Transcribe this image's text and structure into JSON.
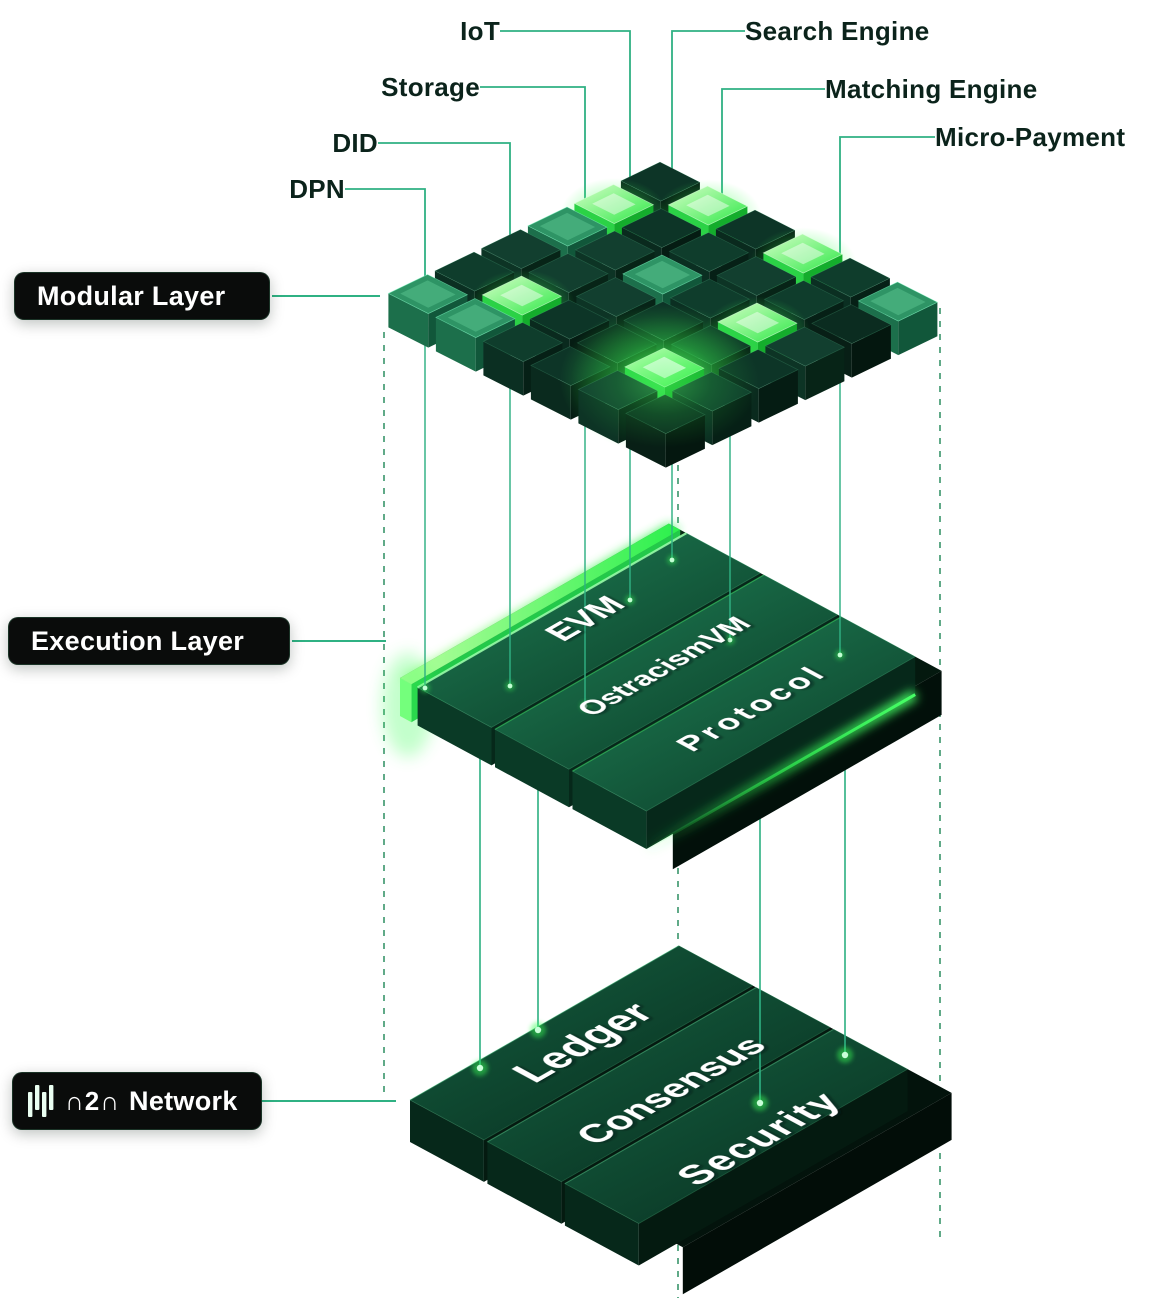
{
  "colors": {
    "background": "#ffffff",
    "connector_green": "#2fb183",
    "dashed_green": "#2f8f63",
    "glow_green": "#3bff57",
    "plank_green_dark": "#0b3b27",
    "pill_background": "#0a0c0b",
    "pill_text": "#ffffff",
    "module_label_text": "#0b231b",
    "slab_text": "#ffffff"
  },
  "layer_pills": {
    "modular": {
      "label": "Modular Layer"
    },
    "execution": {
      "label": "Execution Layer"
    },
    "network": {
      "brand": "∩2∩",
      "label": "Network"
    }
  },
  "modules": {
    "iot": {
      "label": "IoT"
    },
    "search_engine": {
      "label": "Search Engine"
    },
    "storage": {
      "label": "Storage"
    },
    "matching_engine": {
      "label": "Matching Engine"
    },
    "did": {
      "label": "DID"
    },
    "micro_payment": {
      "label": "Micro-Payment"
    },
    "dpn": {
      "label": "DPN"
    }
  },
  "execution_slabs": [
    {
      "label": "EVM"
    },
    {
      "label": "OstracismVM"
    },
    {
      "label": "Protocol"
    }
  ],
  "network_slabs": [
    {
      "label": "Ledger"
    },
    {
      "label": "Consensus"
    },
    {
      "label": "Security"
    }
  ]
}
